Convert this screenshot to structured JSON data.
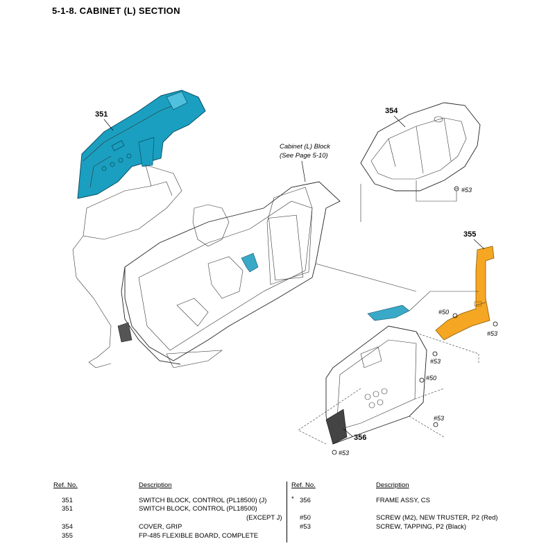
{
  "page": {
    "section_title": "5-1-8.  CABINET (L)  SECTION"
  },
  "diagram": {
    "part_labels": {
      "p351": "351",
      "p354": "354",
      "p355": "355",
      "p356": "356"
    },
    "callout": {
      "line1": "Cabinet (L) Block",
      "line2": "(See Page 5-10)"
    },
    "screw_labels": {
      "s53_top": "#53",
      "s50_flex": "#50",
      "s53_flex": "#53",
      "s53_a": "#53",
      "s50_b": "#50",
      "s53_c": "#53",
      "s53_bottom": "#53"
    },
    "colors": {
      "teal_part": "#1a9fc0",
      "orange_part": "#f5a623",
      "flex_teal": "#3aa9c8"
    }
  },
  "parts_table": {
    "headers": {
      "ref": "Ref. No.",
      "desc": "Description"
    },
    "left_rows": [
      {
        "ref": "351",
        "desc": "SWITCH BLOCK, CONTROL (PL18500) (J)"
      },
      {
        "ref": "351",
        "desc": "SWITCH BLOCK, CONTROL (PL18500)"
      },
      {
        "ref": "",
        "desc": "(EXCEPT J)"
      },
      {
        "ref": "354",
        "desc": "COVER, GRIP"
      },
      {
        "ref": "355",
        "desc": "FP-485 FLEXIBLE BOARD, COMPLETE"
      }
    ],
    "right_rows": [
      {
        "mark": "*",
        "ref": "356",
        "desc": "FRAME ASSY, CS"
      },
      {
        "mark": "",
        "ref": "#50",
        "desc": "SCREW (M2), NEW TRUSTER, P2 (Red)"
      },
      {
        "mark": "",
        "ref": "#53",
        "desc": "SCREW, TAPPING, P2 (Black)"
      }
    ]
  }
}
